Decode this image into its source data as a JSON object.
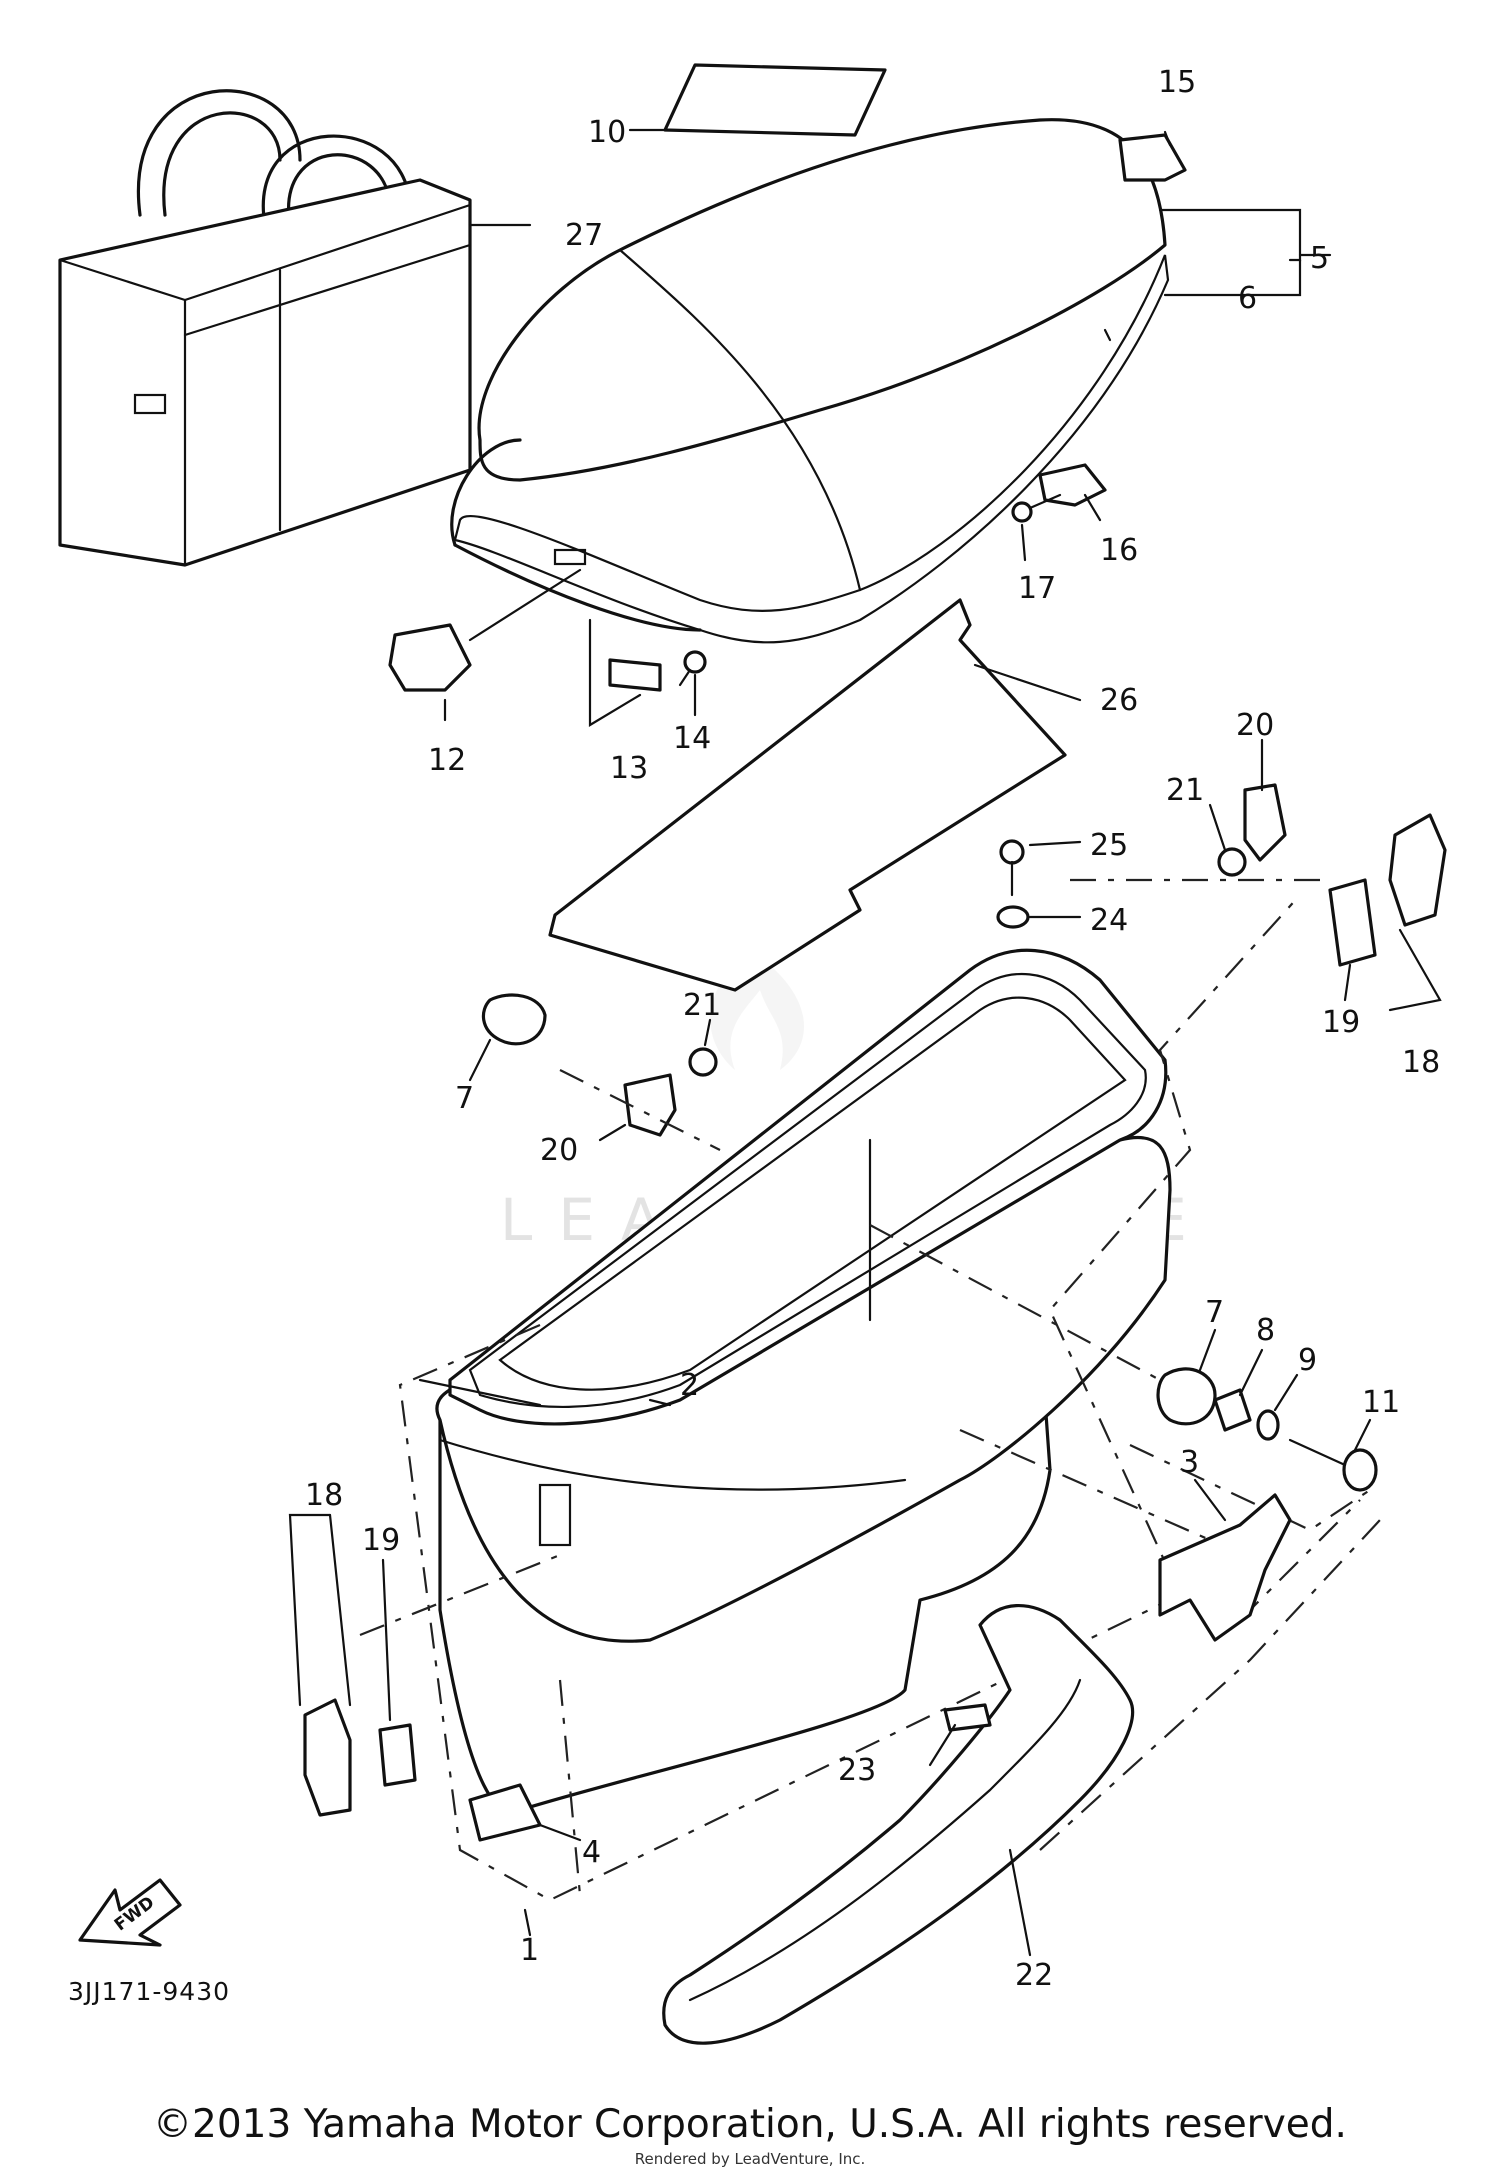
{
  "diagram_code": "3JJ171-9430",
  "fwd_label": "FWD",
  "watermark": "LEADVENTURE",
  "copyright": "©2013 Yamaha Motor Corporation, U.S.A. All rights reserved.",
  "rendered_by": "Rendered by LeadVenture, Inc.",
  "callouts": {
    "c1": "1",
    "c2": "2",
    "c3": "3",
    "c4": "4",
    "c5": "5",
    "c6": "6",
    "c7a": "7",
    "c7b": "7",
    "c8": "8",
    "c9": "9",
    "c10": "10",
    "c11": "11",
    "c12": "12",
    "c13": "13",
    "c14": "14",
    "c15": "15",
    "c16": "16",
    "c17": "17",
    "c18a": "18",
    "c18b": "18",
    "c19a": "19",
    "c19b": "19",
    "c20a": "20",
    "c20b": "20",
    "c21a": "21",
    "c21b": "21",
    "c22": "22",
    "c23": "23",
    "c24": "24",
    "c25": "25",
    "c26": "26",
    "c27": "27"
  }
}
